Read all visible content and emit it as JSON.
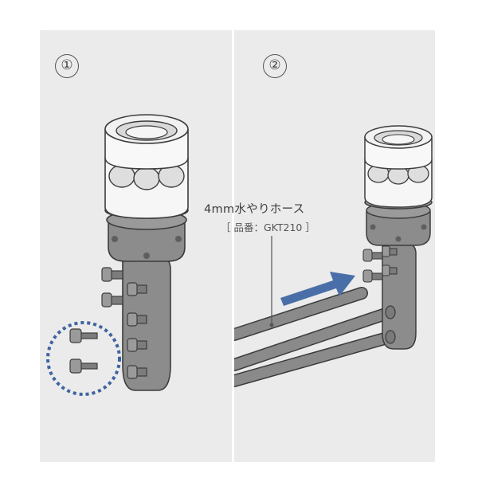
{
  "steps": [
    {
      "number": "①"
    },
    {
      "number": "②"
    }
  ],
  "hose_label": {
    "title": "4mm水やりホース",
    "product_code": "［ 品番：GKT210 ］"
  },
  "colors": {
    "panel_background": "#ebebeb",
    "outline": "#3c3c3c",
    "body_gray": "#8c8c8c",
    "arrow_blue": "#4a6fa8",
    "highlight_circle": "#3e63a0"
  },
  "icons": [
    "water-faucet-connector-illustration",
    "drip-nozzle-icon",
    "hose-tube-icon",
    "arrow-right-icon"
  ]
}
